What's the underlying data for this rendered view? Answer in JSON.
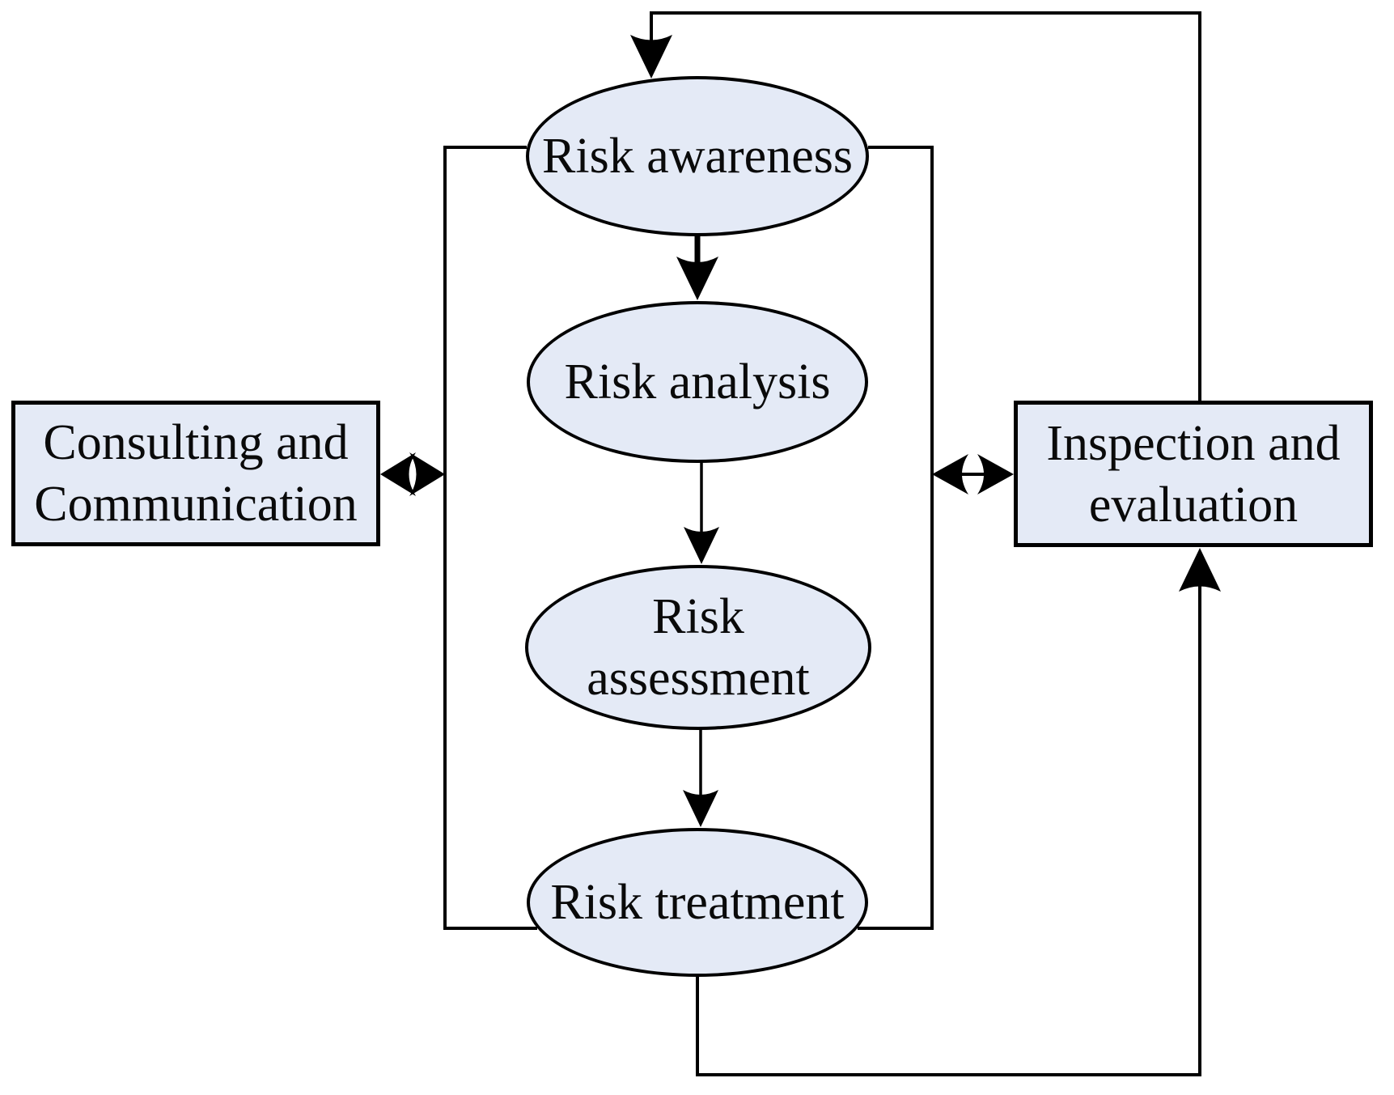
{
  "diagram": {
    "nodes": {
      "risk_awareness": {
        "label": "Risk awareness"
      },
      "risk_analysis": {
        "label": "Risk analysis"
      },
      "risk_assessment": {
        "line1": "Risk",
        "line2": "assessment"
      },
      "risk_treatment": {
        "label": "Risk treatment"
      },
      "consulting": {
        "line1": "Consulting and",
        "line2": "Communication"
      },
      "inspection": {
        "line1": "Inspection and",
        "line2": "evaluation"
      }
    },
    "colors": {
      "node_fill": "#e4eaf6",
      "line": "#000000",
      "background": "#ffffff"
    }
  }
}
